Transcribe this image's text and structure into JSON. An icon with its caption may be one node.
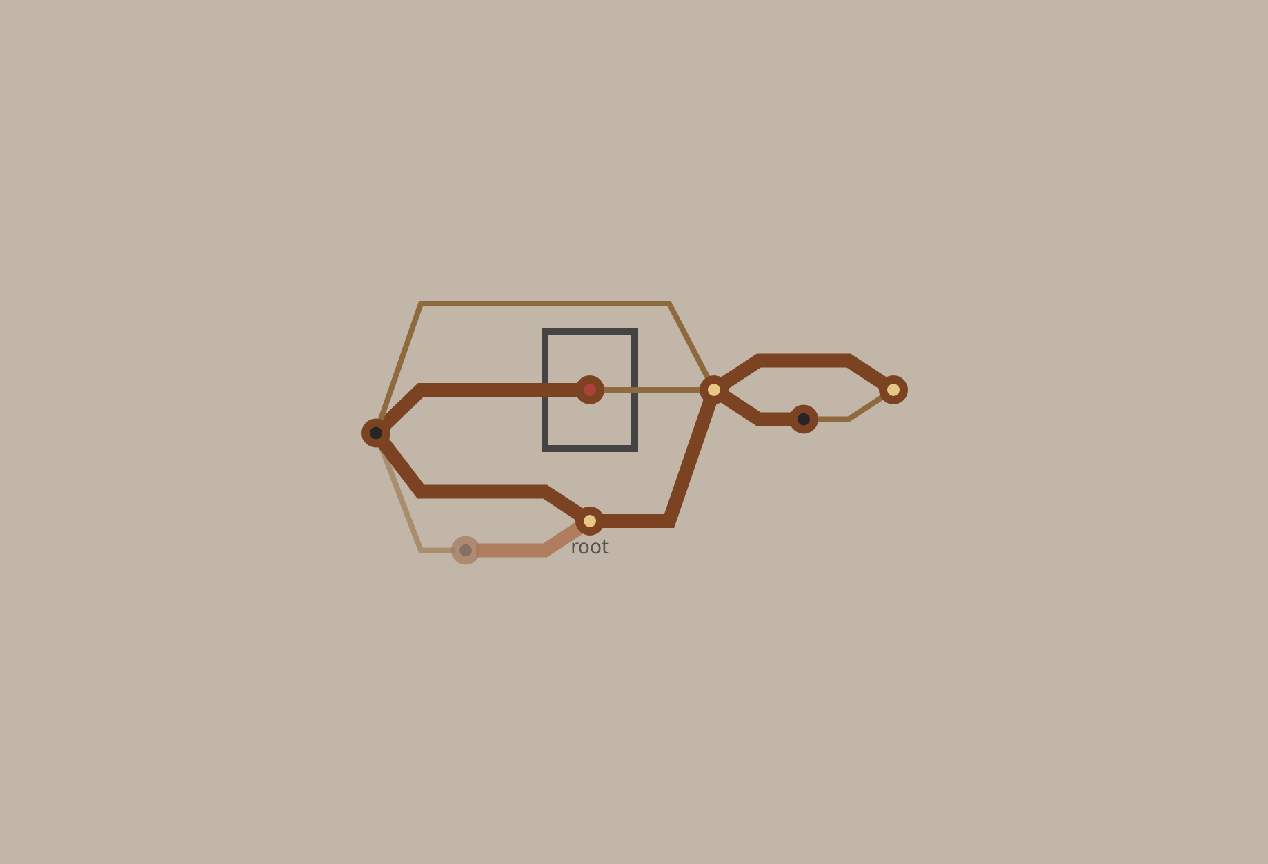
{
  "diagram": {
    "nodes": [
      {
        "text": [],
        "shape": "box"
      },
      {
        "text": [],
        "shape": "circle",
        "in": 0
      },
      {
        "text": [],
        "shape": "circle"
      },
      {
        "text": [],
        "shape": "circle"
      },
      {
        "text": [],
        "shape": "circle"
      },
      {
        "text": [],
        "shape": "circle"
      },
      {
        "text": [],
        "shape": "circle"
      },
      {
        "text": [],
        "shape": "circle",
        "beside": [
          "root"
        ]
      }
    ],
    "edges": [
      {
        "from": 2,
        "to": 1,
        "arrow": "none"
      },
      {
        "from": 2,
        "to": 4,
        "arrow": "none",
        "color": "#a88e6c"
      },
      {
        "from": 2,
        "to": 7,
        "arrow": "none"
      },
      {
        "from": 2,
        "to": 5,
        "arrow": "none",
        "color": "#8e6a3e"
      },
      {
        "from": 1,
        "to": 5,
        "arrow": "none",
        "color": "#8e6a3e"
      },
      {
        "from": 4,
        "to": 7,
        "arrow": "none",
        "color": "#b07e5e"
      },
      {
        "from": 7,
        "to": 5,
        "arrow": "none"
      },
      {
        "from": 5,
        "to": 3,
        "arrow": "none"
      },
      {
        "from": 5,
        "to": 6,
        "arrow": "none"
      },
      {
        "from": 3,
        "to": 6,
        "arrow": "none",
        "color": "#8e6a3e"
      }
    ]
  }
}
